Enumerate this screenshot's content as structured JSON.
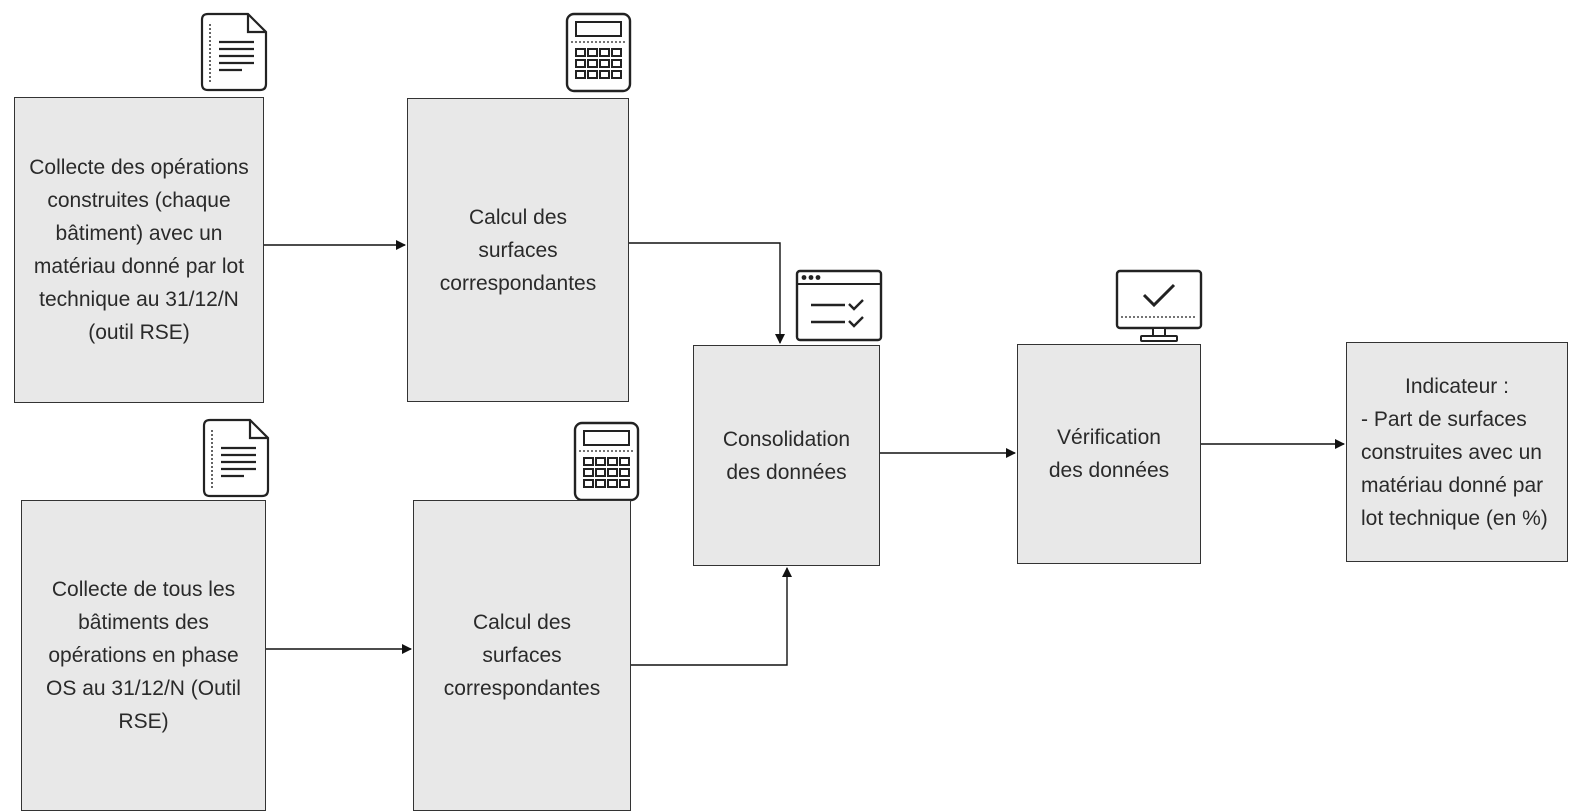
{
  "nodes": {
    "collecte_operations": "Collecte des opérations construites (chaque bâtiment) avec un matériau donné par lot technique au 31/12/N (outil RSE)",
    "calcul_surfaces_1": "Calcul des surfaces correspondantes",
    "collecte_batiments": "Collecte de tous les bâtiments des opérations en phase OS au 31/12/N (Outil RSE)",
    "calcul_surfaces_2": "Calcul des surfaces correspondantes",
    "consolidation": "Consolidation des données",
    "verification": "Vérification des données",
    "indicateur": {
      "title": "Indicateur",
      "separator": " :",
      "text": "- Part de surfaces construites avec un matériau donné par lot technique (en %)"
    }
  },
  "icons": {
    "document_1": "document-icon",
    "document_2": "document-icon",
    "calculator_1": "calculator-icon",
    "calculator_2": "calculator-icon",
    "checklist": "checklist-window-icon",
    "monitor": "monitor-check-icon"
  },
  "colors": {
    "box_fill": "#e8e8e8",
    "stroke": "#333333"
  }
}
